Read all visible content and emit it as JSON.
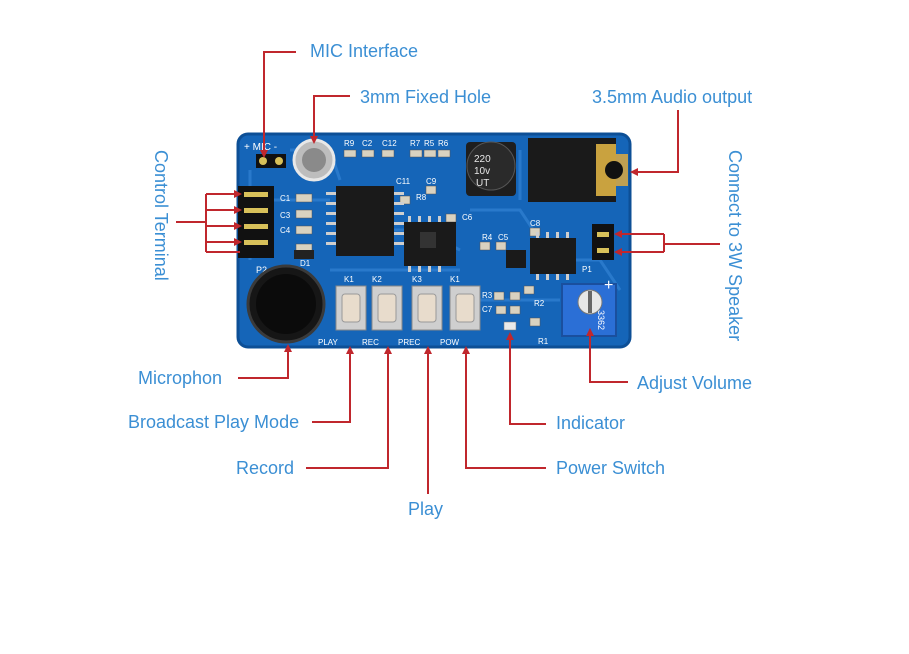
{
  "labels": {
    "mic_interface": "MIC Interface",
    "fixed_hole": "3mm Fixed Hole",
    "audio_output": "3.5mm Audio output",
    "control_terminal": "Control Terminal",
    "speaker": "Connect to 3W Speaker",
    "microphone": "Microphon",
    "broadcast": "Broadcast Play Mode",
    "record": "Record",
    "play": "Play",
    "indicator": "Indicator",
    "power_switch": "Power Switch",
    "adjust_volume": "Adjust Volume"
  },
  "silkscreen": {
    "mic": "+ MIC -",
    "p2": "P2",
    "p1": "P1",
    "d1": "D1",
    "c1": "C1",
    "c3": "C3",
    "c4": "C4",
    "c2": "C2",
    "c5": "C5",
    "c6": "C6",
    "c7": "C7",
    "c8": "C8",
    "c9": "C9",
    "c11": "C11",
    "c12": "C12",
    "r1": "R1",
    "r2": "R2",
    "r3": "R3",
    "r4": "R4",
    "r5": "R5",
    "r6": "R6",
    "r7": "R7",
    "r8": "R8",
    "r9": "R9",
    "k1a": "K1",
    "k2": "K2",
    "k3": "K3",
    "k1b": "K1",
    "play": "PLAY",
    "rec": "REC",
    "prec": "PREC",
    "pow": "POW",
    "cap": "220\n10v\nUT",
    "pot": "3362",
    "pot_plus": "+"
  },
  "colors": {
    "label_text": "#3b8fd4",
    "leader_line": "#c0272d",
    "pcb": "#1565b8",
    "pcb_edge": "#0d4f96"
  }
}
